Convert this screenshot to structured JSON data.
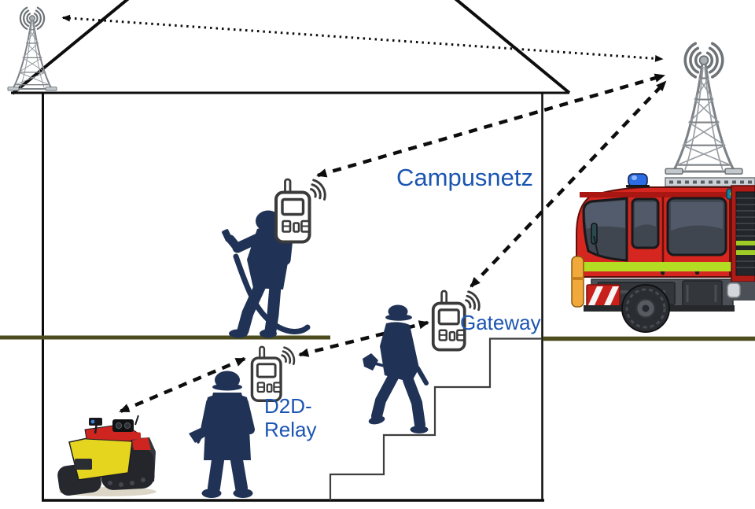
{
  "diagram": {
    "kind": "emergency-communication-network-sketch",
    "labels": {
      "campus_network": "Campusnetz",
      "gateway": "Gateway",
      "d2d_relay_line1": "D2D-",
      "d2d_relay_line2": "Relay"
    },
    "colors": {
      "label_blue": "#1b55b2",
      "line_black": "#0d0d0d",
      "stair_gray": "#3e3e3e",
      "ground_olive": "#4c4c1e",
      "silhouette_navy": "#203255",
      "device_outline": "#3a3a3a",
      "tower_gray": "#7d8287",
      "truck_red": "#d5261f",
      "truck_stripe_green": "#b2dd22",
      "truck_window_gray": "#3f4650",
      "beacon_blue": "#2b6be3",
      "robot_yellow": "#e6d51f",
      "robot_red": "#cf2520",
      "robot_black": "#24262b"
    },
    "nodes": [
      {
        "id": "base-station-left",
        "kind": "radio-tower-icon"
      },
      {
        "id": "base-station-mobile",
        "kind": "radio-tower-icon",
        "mounted_on": "fire-truck"
      },
      {
        "id": "handheld-radio-campus",
        "kind": "handheld-radio-icon",
        "label": "Campusnetz"
      },
      {
        "id": "handheld-radio-gateway",
        "kind": "handheld-radio-icon",
        "label": "Gateway"
      },
      {
        "id": "handheld-radio-d2d",
        "kind": "handheld-radio-icon",
        "label": "D2D-Relay"
      },
      {
        "id": "firefighter-hose",
        "kind": "firefighter-silhouette"
      },
      {
        "id": "firefighter-axe-standing",
        "kind": "firefighter-silhouette"
      },
      {
        "id": "firefighter-stairs",
        "kind": "firefighter-silhouette"
      },
      {
        "id": "ground-robot",
        "kind": "tracked-robot-icon"
      },
      {
        "id": "fire-truck",
        "kind": "fire-truck-icon"
      }
    ],
    "links": [
      {
        "from": "base-station-mobile",
        "to": "base-station-left",
        "style": "dotted",
        "bidirectional": true
      },
      {
        "from": "handheld-radio-campus",
        "to": "base-station-mobile",
        "style": "dashed",
        "bidirectional": true
      },
      {
        "from": "handheld-radio-gateway",
        "to": "base-station-mobile",
        "style": "dashed",
        "bidirectional": true
      },
      {
        "from": "handheld-radio-d2d",
        "to": "handheld-radio-gateway",
        "style": "dashed",
        "bidirectional": true
      },
      {
        "from": "ground-robot",
        "to": "handheld-radio-d2d",
        "style": "dashed",
        "bidirectional": true
      }
    ]
  }
}
